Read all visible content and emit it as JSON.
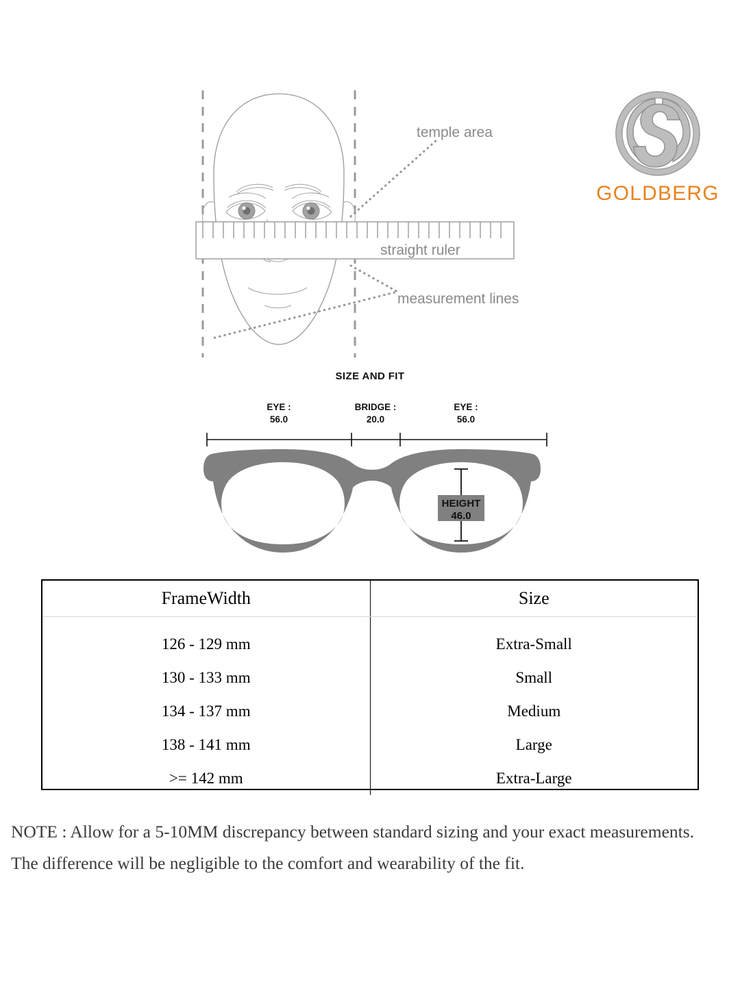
{
  "brand": {
    "name": "GOLDBERG",
    "mark_icon": "goldberg-circle-s-logo",
    "wordmark_color": "#E8821E",
    "mark_color": "#B9B9B9"
  },
  "face_diagram": {
    "annotations": [
      {
        "id": "temple-area",
        "label": "temple area"
      },
      {
        "id": "straight-ruler",
        "label": "straight ruler"
      },
      {
        "id": "measurement-lines",
        "label": "measurement lines"
      }
    ],
    "line_color": "#8d8d8d",
    "label_color": "#8a8a8a"
  },
  "size_and_fit": {
    "title": "SIZE AND FIT",
    "measurements": [
      {
        "id": "eye-left",
        "key": "EYE :",
        "value": "56.0"
      },
      {
        "id": "bridge",
        "key": "BRIDGE :",
        "value": "20.0"
      },
      {
        "id": "eye-right",
        "key": "EYE :",
        "value": "56.0"
      }
    ],
    "height": {
      "key": "HEIGHT",
      "value": "46.0"
    },
    "frame_color": "#808080"
  },
  "size_table": {
    "headers": [
      "FrameWidth",
      "Size"
    ],
    "rows": [
      {
        "frame_width": "126 - 129 mm",
        "size": "Extra-Small"
      },
      {
        "frame_width": "130 - 133 mm",
        "size": "Small"
      },
      {
        "frame_width": "134 - 137 mm",
        "size": "Medium"
      },
      {
        "frame_width": "138 - 141 mm",
        "size": "Large"
      },
      {
        "frame_width": ">= 142 mm",
        "size": "Extra-Large"
      }
    ]
  },
  "note": {
    "line1": "NOTE : Allow for a 5-10MM discrepancy between standard sizing and your exact measurements.",
    "line2": "The difference will be negligible to the comfort and wearability of the fit."
  }
}
